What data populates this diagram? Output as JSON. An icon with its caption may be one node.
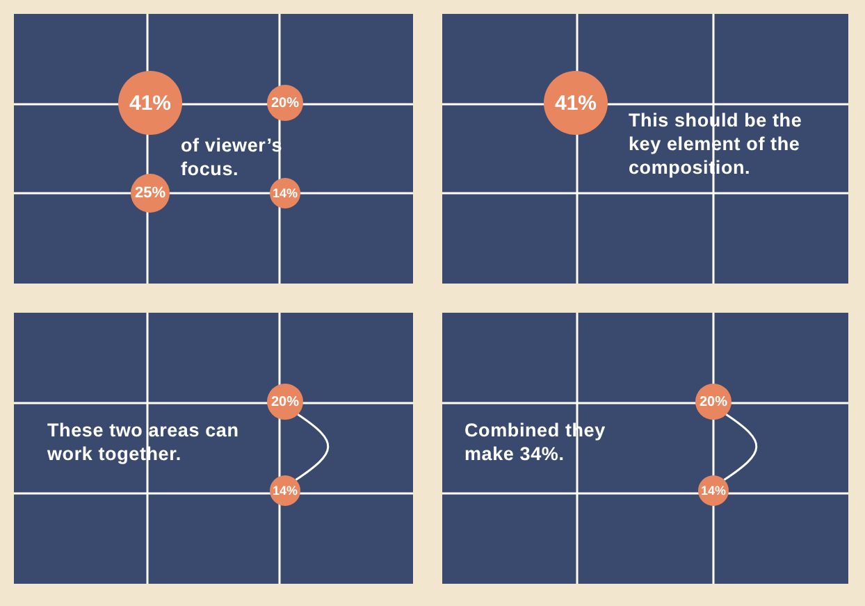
{
  "diagram": {
    "nodes": [
      {
        "text": [
          "of viewer’s focus."
        ]
      },
      {
        "text": [
          "41%"
        ],
        "in": 0
      },
      {
        "text": [
          "20%"
        ],
        "in": 0
      },
      {
        "text": [
          "25%"
        ],
        "in": 0
      },
      {
        "text": [
          "14%"
        ],
        "in": 0
      },
      {
        "text": [
          "This should be the key element of the composition."
        ]
      },
      {
        "text": [
          "41%"
        ],
        "in": 5
      },
      {
        "text": [
          "These two areas can work together."
        ]
      },
      {
        "text": [
          "20%"
        ],
        "in": 7
      },
      {
        "text": [
          "14%"
        ],
        "in": 7
      },
      {
        "text": [
          "Combined they make 34%."
        ]
      },
      {
        "text": [
          "20%"
        ],
        "in": 10
      },
      {
        "text": [
          "14%"
        ],
        "in": 10
      }
    ],
    "edges": [
      {
        "from": 8,
        "to": 9,
        "arrow": "none"
      },
      {
        "from": 11,
        "to": 12,
        "arrow": "none"
      }
    ]
  }
}
